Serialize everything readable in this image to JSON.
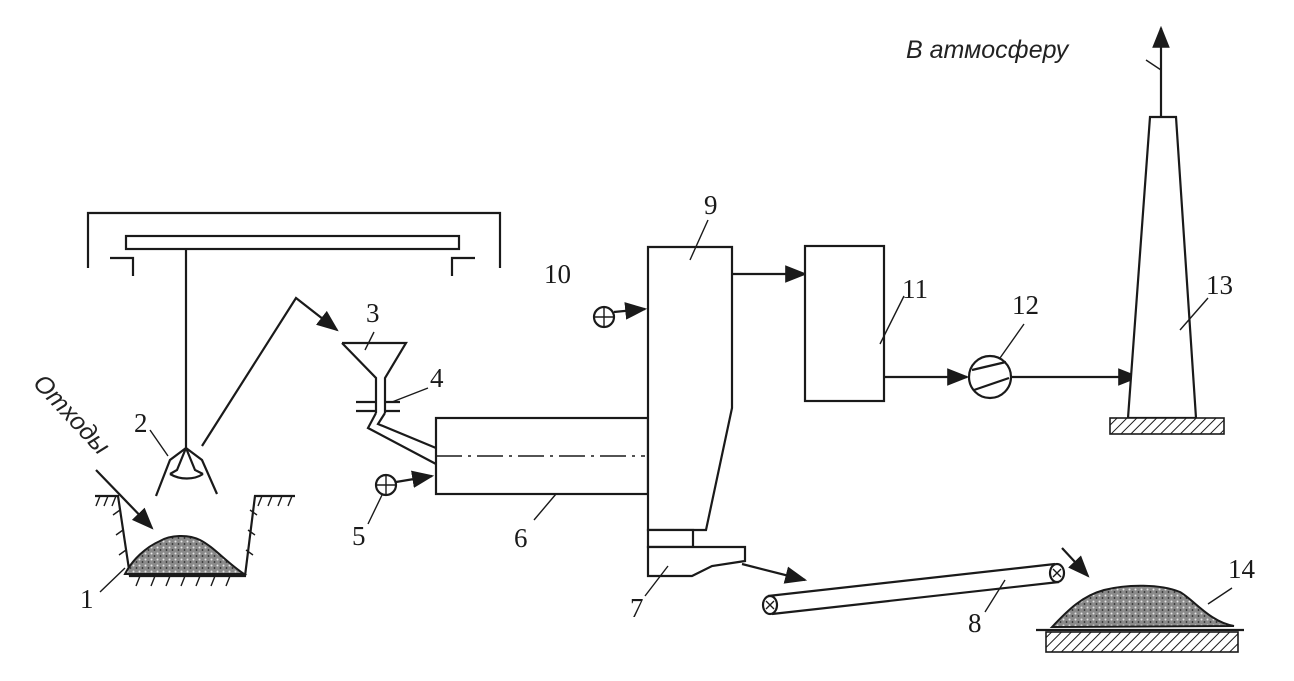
{
  "labels": {
    "n1": "1",
    "n2": "2",
    "n3": "3",
    "n4": "4",
    "n5": "5",
    "n6": "6",
    "n7": "7",
    "n8": "8",
    "n9": "9",
    "n10": "10",
    "n11": "11",
    "n12": "12",
    "n13": "13",
    "n14": "14"
  },
  "texts": {
    "waste": "Отходы",
    "atmosphere": "В атмосферу"
  },
  "colors": {
    "ink": "#1a1a1a",
    "background": "#ffffff"
  }
}
